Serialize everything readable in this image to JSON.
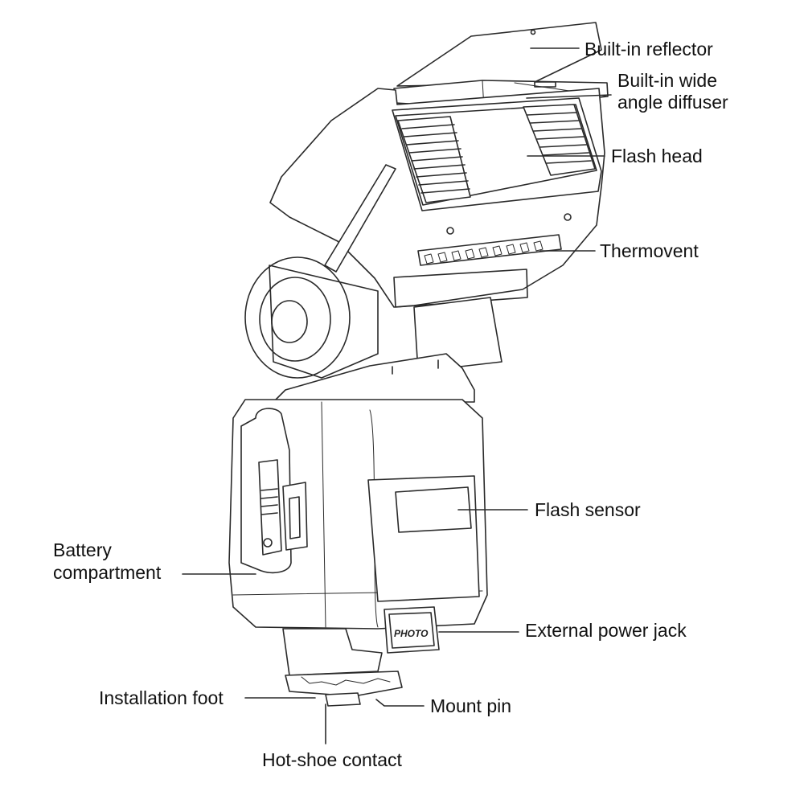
{
  "labels": {
    "builtin_reflector": "Built-in reflector",
    "wide_angle_diffuser": [
      "Built-in wide",
      "angle diffuser"
    ],
    "flash_head": "Flash head",
    "thermovent": "Thermovent",
    "flash_sensor": "Flash sensor",
    "battery_compartment": [
      "Battery",
      "compartment"
    ],
    "external_power_jack": "External power jack",
    "installation_foot": "Installation foot",
    "mount_pin": "Mount pin",
    "hotshoe_contact": "Hot-shoe contact"
  },
  "jack_text": "PHOTO",
  "colors": {
    "line": "#2a2a2a",
    "background": "#ffffff"
  }
}
